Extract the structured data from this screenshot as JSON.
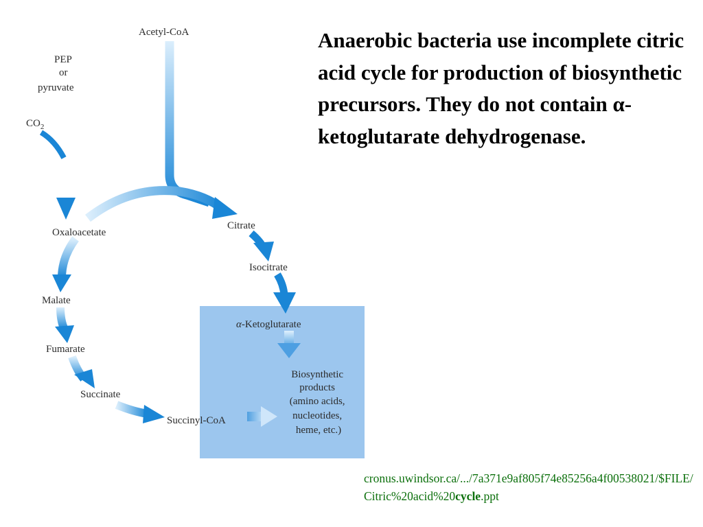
{
  "diagram": {
    "nodes": {
      "acetyl_coa": "Acetyl-CoA",
      "pep_line1": "PEP",
      "pep_line2": "or",
      "pep_line3": "pyruvate",
      "co2": "CO",
      "co2_sub": "2",
      "oxaloacetate": "Oxaloacetate",
      "citrate": "Citrate",
      "isocitrate": "Isocitrate",
      "ketoglutarate_prefix": "α",
      "ketoglutarate": "-Ketoglutarate",
      "malate": "Malate",
      "fumarate": "Fumarate",
      "succinate": "Succinate",
      "succinyl_coa": "Succinyl-CoA",
      "biosynthetic": [
        "Biosynthetic",
        "products",
        "(amino acids,",
        "nucleotides,",
        "heme, etc.)"
      ]
    },
    "colors": {
      "arrow": "#1a86d6",
      "arrow_light": "#9cc9ef",
      "box": "#9cc6ee"
    }
  },
  "heading": {
    "text": "Anaerobic bacteria use incomplete citric acid cycle for production of biosynthetic precursors.  They do not contain α-ketoglutarate dehydrogenase."
  },
  "source": {
    "pre": "cronus.uwindsor.ca/.../7a371e9af805f74e85256a4f00538021/$FILE/Citric%20acid%20",
    "bold": "cycle",
    "post": ".ppt",
    "color": "#0b6f0b"
  }
}
